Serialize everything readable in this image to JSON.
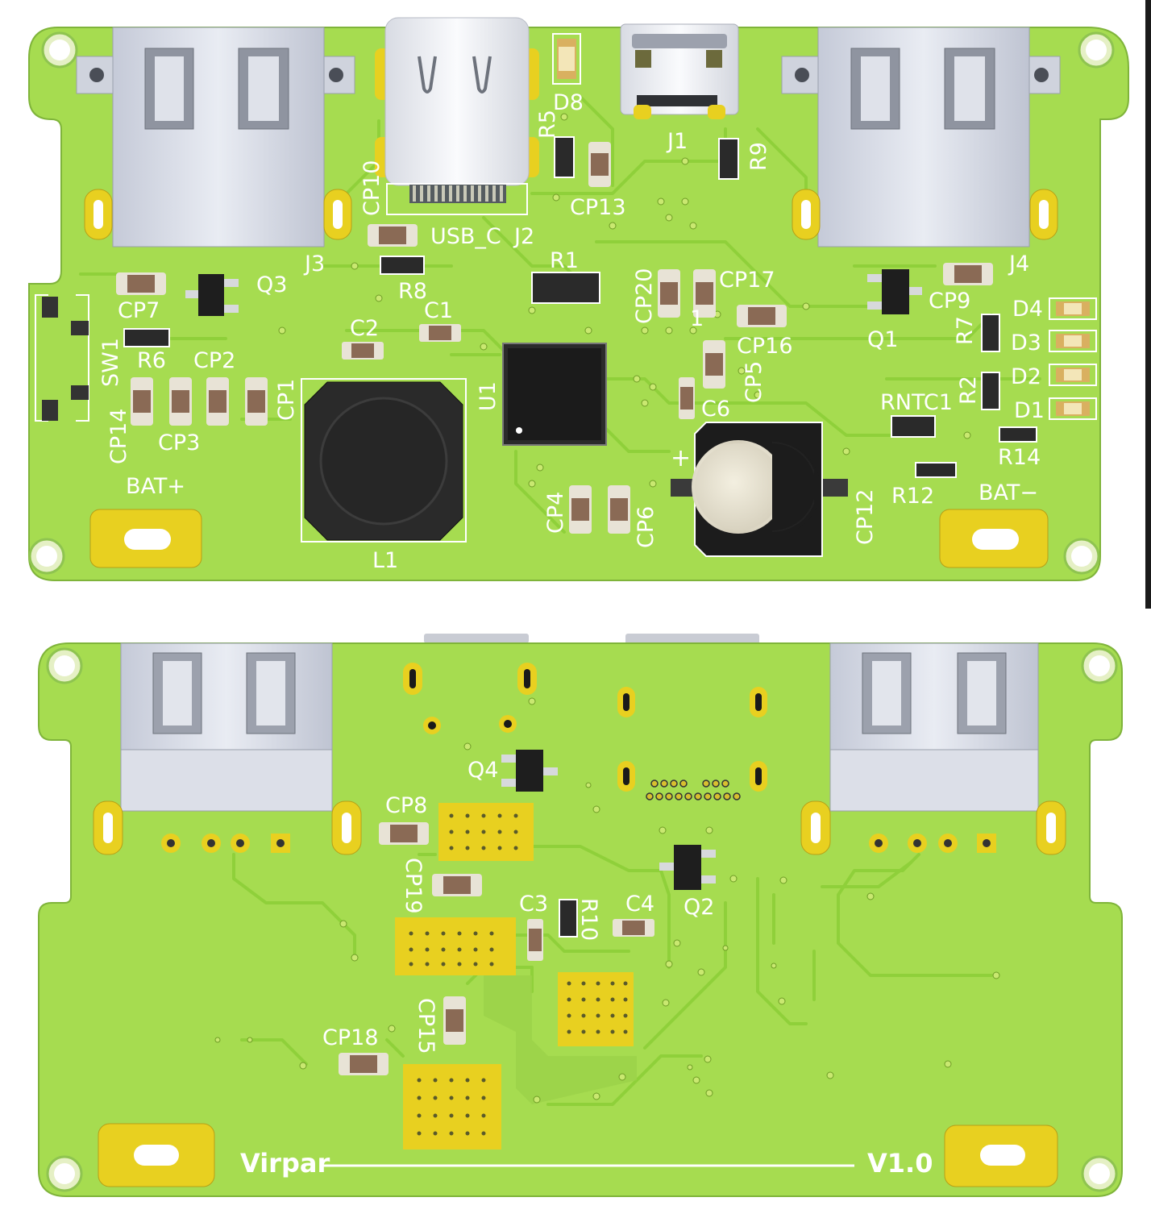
{
  "top_board": {
    "labels": {
      "J3": "J3",
      "CP10": "CP10",
      "USB_C": "USB_C",
      "J2": "J2",
      "R5": "R5",
      "D8": "D8",
      "J1": "J1",
      "R9": "R9",
      "CP13": "CP13",
      "J4": "J4",
      "R1": "R1",
      "R8": "R8",
      "Q3": "Q3",
      "CP7": "CP7",
      "C1": "C1",
      "C2": "C2",
      "R6": "R6",
      "CP2": "CP2",
      "SW1": "SW1",
      "CP14": "CP14",
      "CP3": "CP3",
      "CP1": "CP1",
      "U1": "U1",
      "CP20": "CP20",
      "CP17": "CP17",
      "one": "1",
      "CP16": "CP16",
      "CP5": "CP5",
      "C6": "C6",
      "CP9": "CP9",
      "Q1": "Q1",
      "D4": "D4",
      "R7": "R7",
      "D3": "D3",
      "R2": "R2",
      "D2": "D2",
      "RNTC1": "RNTC1",
      "D1": "D1",
      "R14": "R14",
      "R12": "R12",
      "BAT_PLUS": "BAT+",
      "BAT_MINUS": "BAT−",
      "L1": "L1",
      "CP4": "CP4",
      "CP6": "CP6",
      "CP12": "CP12",
      "plus": "+"
    }
  },
  "bottom_board": {
    "labels": {
      "Q4": "Q4",
      "CP8": "CP8",
      "Q2": "Q2",
      "CP19": "CP19",
      "C3": "C3",
      "R10": "R10",
      "C4": "C4",
      "CP15": "CP15",
      "CP18": "CP18"
    },
    "brand": "Virpar",
    "version": "V1.0"
  },
  "colors": {
    "board": "#a6dc50",
    "copper_trace": "#8fd03a",
    "gold_pad": "#e8d020",
    "silkscreen": "#ffffff"
  }
}
